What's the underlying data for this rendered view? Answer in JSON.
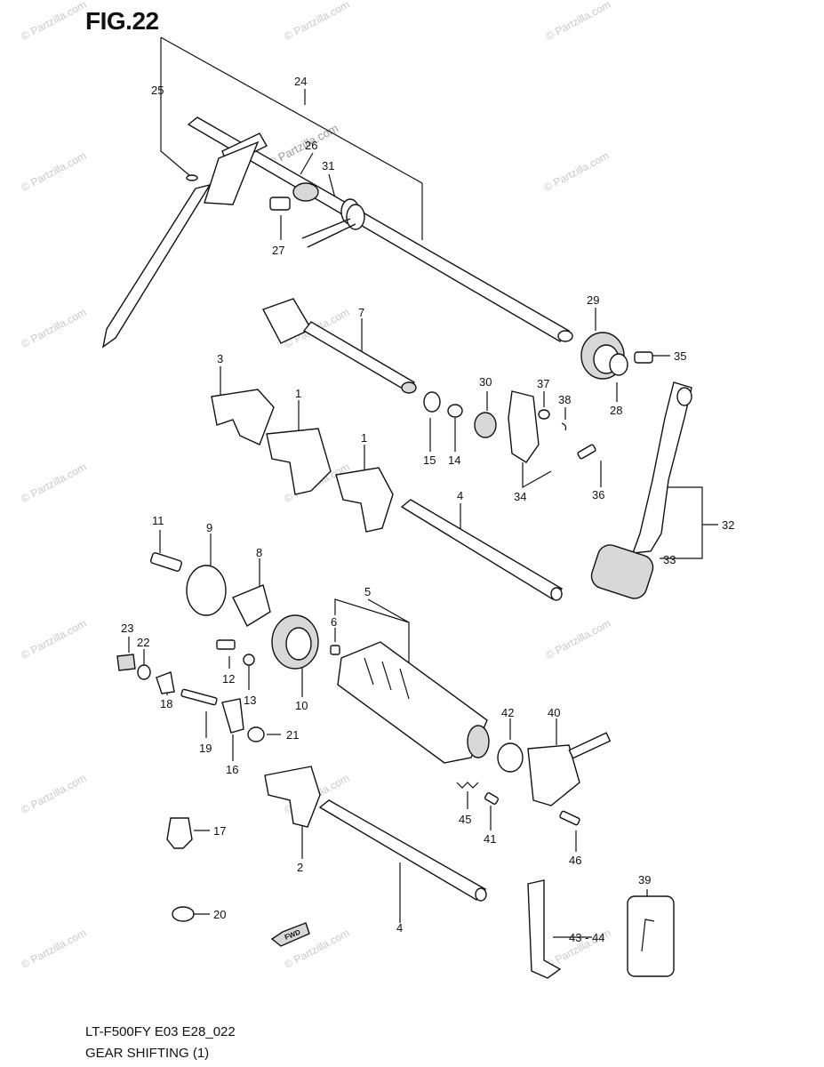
{
  "figure": {
    "title": "FIG.22",
    "model": "LT-F500FY E03 E28_022",
    "caption": "GEAR SHIFTING (1)",
    "watermark": "© Partzilla.com",
    "center_watermark": "© Partzilla.com",
    "fwd_mark": "FWD"
  },
  "callouts": [
    {
      "id": "1"
    },
    {
      "id": "1"
    },
    {
      "id": "2"
    },
    {
      "id": "3"
    },
    {
      "id": "4"
    },
    {
      "id": "4"
    },
    {
      "id": "5"
    },
    {
      "id": "6"
    },
    {
      "id": "7"
    },
    {
      "id": "8"
    },
    {
      "id": "9"
    },
    {
      "id": "10"
    },
    {
      "id": "11"
    },
    {
      "id": "12"
    },
    {
      "id": "13"
    },
    {
      "id": "14"
    },
    {
      "id": "15"
    },
    {
      "id": "16"
    },
    {
      "id": "17"
    },
    {
      "id": "18"
    },
    {
      "id": "19"
    },
    {
      "id": "20"
    },
    {
      "id": "21"
    },
    {
      "id": "22"
    },
    {
      "id": "23"
    },
    {
      "id": "24"
    },
    {
      "id": "25"
    },
    {
      "id": "26"
    },
    {
      "id": "27"
    },
    {
      "id": "28"
    },
    {
      "id": "29"
    },
    {
      "id": "30"
    },
    {
      "id": "31"
    },
    {
      "id": "32"
    },
    {
      "id": "33"
    },
    {
      "id": "34"
    },
    {
      "id": "35"
    },
    {
      "id": "36"
    },
    {
      "id": "37"
    },
    {
      "id": "38"
    },
    {
      "id": "39"
    },
    {
      "id": "40"
    },
    {
      "id": "41"
    },
    {
      "id": "42"
    },
    {
      "id": "43 - 44"
    },
    {
      "id": "45"
    },
    {
      "id": "46"
    }
  ]
}
